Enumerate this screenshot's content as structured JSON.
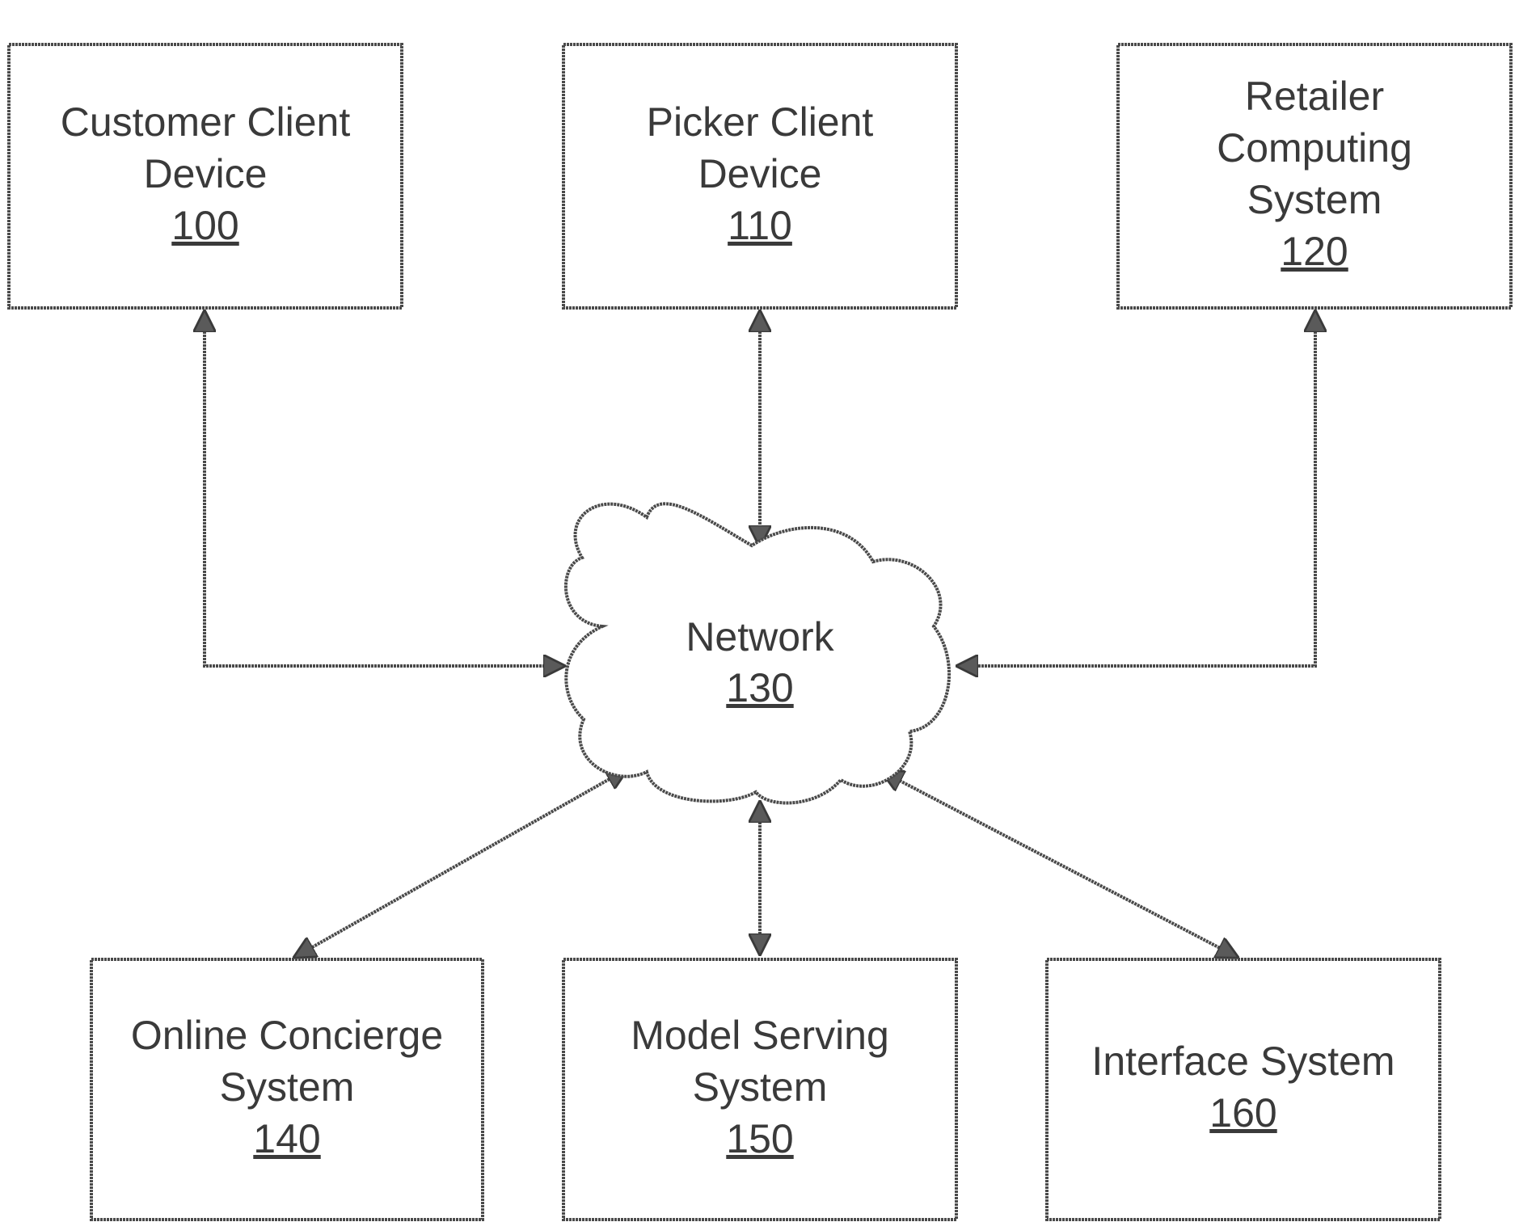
{
  "nodes": {
    "customer_client_device": {
      "line1": "Customer Client",
      "line2": "Device",
      "ref": "100"
    },
    "picker_client_device": {
      "line1": "Picker Client",
      "line2": "Device",
      "ref": "110"
    },
    "retailer_computing_system": {
      "line1": "Retailer",
      "line2": "Computing",
      "line3": "System",
      "ref": "120"
    },
    "network": {
      "line1": "Network",
      "ref": "130"
    },
    "online_concierge_system": {
      "line1": "Online Concierge",
      "line2": "System",
      "ref": "140"
    },
    "model_serving_system": {
      "line1": "Model Serving",
      "line2": "System",
      "ref": "150"
    },
    "interface_system": {
      "line1": "Interface System",
      "ref": "160"
    }
  },
  "edges": [
    {
      "from": "customer_client_device",
      "to": "network",
      "direction": "bidirectional"
    },
    {
      "from": "picker_client_device",
      "to": "network",
      "direction": "bidirectional"
    },
    {
      "from": "retailer_computing_system",
      "to": "network",
      "direction": "bidirectional"
    },
    {
      "from": "online_concierge_system",
      "to": "network",
      "direction": "bidirectional"
    },
    {
      "from": "model_serving_system",
      "to": "network",
      "direction": "bidirectional"
    },
    {
      "from": "interface_system",
      "to": "network",
      "direction": "bidirectional"
    }
  ],
  "colors": {
    "stroke": "#4a4a4a",
    "text": "#3a3a3a",
    "arrowhead": "#5a5a5a"
  }
}
